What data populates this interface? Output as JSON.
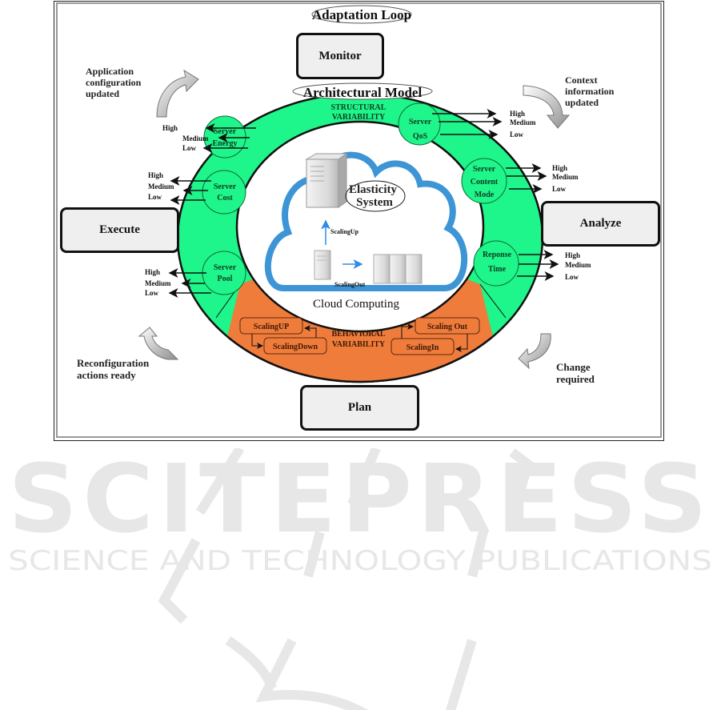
{
  "titles": {
    "adaptation_loop": "Adaptation Loop",
    "architectural_model": "Architectural Model"
  },
  "phases": {
    "monitor": "Monitor",
    "analyze": "Analyze",
    "plan": "Plan",
    "execute": "Execute"
  },
  "transitions": {
    "context_updated": [
      "Context",
      "information",
      "updated"
    ],
    "change_required": [
      "Change",
      "required"
    ],
    "reconfiguration_ready": [
      "Reconfiguration",
      "actions ready"
    ],
    "app_config_updated": [
      "Application",
      "configuration",
      "updated"
    ]
  },
  "structural": {
    "label": [
      "STRUCTURAL",
      "VARIABILITY"
    ],
    "features": [
      {
        "name": [
          "Server",
          "Energy"
        ],
        "side": "left"
      },
      {
        "name": [
          "Server",
          "Cost"
        ],
        "side": "left"
      },
      {
        "name": [
          "Server",
          "Pool"
        ],
        "side": "left"
      },
      {
        "name": [
          "Server",
          "QoS"
        ],
        "side": "right"
      },
      {
        "name": [
          "Server",
          "Content",
          "Mode"
        ],
        "side": "right"
      },
      {
        "name": [
          "Reponse",
          "Time"
        ],
        "side": "right"
      }
    ],
    "levels": [
      "High",
      "Medium",
      "Low"
    ]
  },
  "behavioral": {
    "label": [
      "BEHAVIORAL",
      "VARIABILITY"
    ],
    "actions": [
      "ScalingUP",
      "ScalingDown",
      "Scaling Out",
      "ScalingIn"
    ]
  },
  "core": {
    "elasticity_system": [
      "Elasticity",
      "System"
    ],
    "cloud_computing": "Cloud Computing",
    "scaling_up": "ScalingUp",
    "scaling_out": "ScalingOut"
  },
  "watermark": {
    "brand": "SCITEPRESS",
    "tagline": "SCIENCE AND TECHNOLOGY PUBLICATIONS"
  },
  "colors": {
    "structural_ring": "#1ef58a",
    "behavioral_segment": "#f07c3c",
    "cloud_outline": "#3d95d6",
    "phase_box_fill": "#efefef",
    "watermark": "#e6e7e6"
  }
}
